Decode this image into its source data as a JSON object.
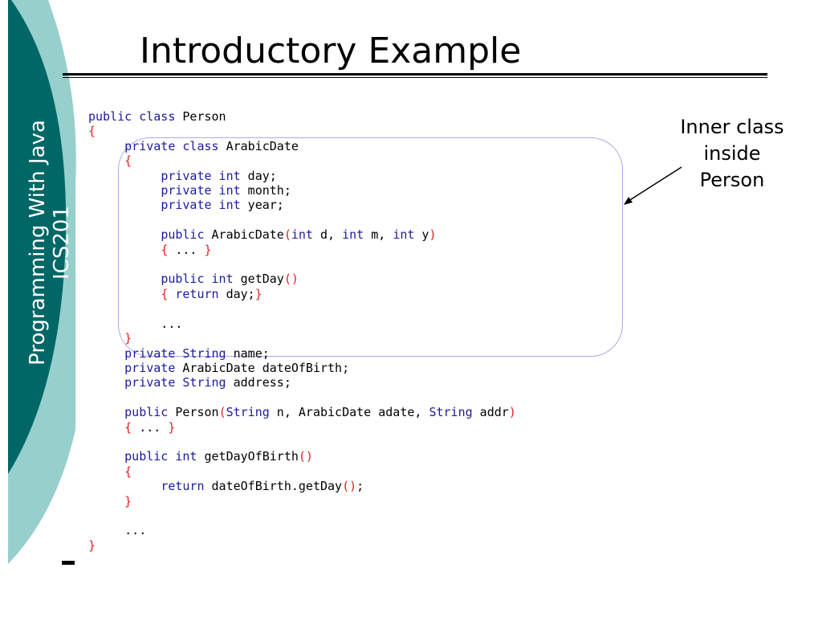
{
  "sidebar": {
    "course_title": "Programming With Java",
    "course_code": "ICS201",
    "colors": {
      "dark": "#006766",
      "light": "#97cfcd"
    }
  },
  "slide": {
    "title": "Introductory Example"
  },
  "annotation": {
    "lines": [
      "Inner class",
      "inside",
      "Person"
    ]
  },
  "code": {
    "lines": [
      [
        [
          "kw",
          "public class"
        ],
        [
          "t",
          " Person"
        ]
      ],
      [
        [
          "pn",
          "{"
        ]
      ],
      [
        [
          "t",
          "     "
        ],
        [
          "kw",
          "private class"
        ],
        [
          "t",
          " ArabicDate"
        ]
      ],
      [
        [
          "t",
          "     "
        ],
        [
          "pn",
          "{"
        ]
      ],
      [
        [
          "t",
          "          "
        ],
        [
          "kw",
          "private int"
        ],
        [
          "t",
          " day;"
        ]
      ],
      [
        [
          "t",
          "          "
        ],
        [
          "kw",
          "private int"
        ],
        [
          "t",
          " month;"
        ]
      ],
      [
        [
          "t",
          "          "
        ],
        [
          "kw",
          "private int"
        ],
        [
          "t",
          " year;"
        ]
      ],
      [
        [
          "t",
          ""
        ]
      ],
      [
        [
          "t",
          "          "
        ],
        [
          "kw",
          "public"
        ],
        [
          "t",
          " ArabicDate"
        ],
        [
          "pn",
          "("
        ],
        [
          "kw",
          "int"
        ],
        [
          "t",
          " d, "
        ],
        [
          "kw",
          "int"
        ],
        [
          "t",
          " m, "
        ],
        [
          "kw",
          "int"
        ],
        [
          "t",
          " y"
        ],
        [
          "pn",
          ")"
        ]
      ],
      [
        [
          "t",
          "          "
        ],
        [
          "pn",
          "{"
        ],
        [
          "t",
          " ... "
        ],
        [
          "pn",
          "}"
        ]
      ],
      [
        [
          "t",
          ""
        ]
      ],
      [
        [
          "t",
          "          "
        ],
        [
          "kw",
          "public int"
        ],
        [
          "t",
          " getDay"
        ],
        [
          "pn",
          "()"
        ]
      ],
      [
        [
          "t",
          "          "
        ],
        [
          "pn",
          "{"
        ],
        [
          "t",
          " "
        ],
        [
          "kw",
          "return"
        ],
        [
          "t",
          " day;"
        ],
        [
          "pn",
          "}"
        ]
      ],
      [
        [
          "t",
          ""
        ]
      ],
      [
        [
          "t",
          "          ..."
        ]
      ],
      [
        [
          "t",
          "     "
        ],
        [
          "pn",
          "}"
        ]
      ],
      [
        [
          "t",
          "     "
        ],
        [
          "kw",
          "private String"
        ],
        [
          "t",
          " name;"
        ]
      ],
      [
        [
          "t",
          "     "
        ],
        [
          "kw",
          "private"
        ],
        [
          "t",
          " ArabicDate dateOfBirth;"
        ]
      ],
      [
        [
          "t",
          "     "
        ],
        [
          "kw",
          "private String"
        ],
        [
          "t",
          " address;"
        ]
      ],
      [
        [
          "t",
          ""
        ]
      ],
      [
        [
          "t",
          "     "
        ],
        [
          "kw",
          "public"
        ],
        [
          "t",
          " Person"
        ],
        [
          "pn",
          "("
        ],
        [
          "kw",
          "String"
        ],
        [
          "t",
          " n, ArabicDate adate, "
        ],
        [
          "kw",
          "String"
        ],
        [
          "t",
          " addr"
        ],
        [
          "pn",
          ")"
        ]
      ],
      [
        [
          "t",
          "     "
        ],
        [
          "pn",
          "{"
        ],
        [
          "t",
          " ... "
        ],
        [
          "pn",
          "}"
        ]
      ],
      [
        [
          "t",
          ""
        ]
      ],
      [
        [
          "t",
          "     "
        ],
        [
          "kw",
          "public int"
        ],
        [
          "t",
          " getDayOfBirth"
        ],
        [
          "pn",
          "()"
        ]
      ],
      [
        [
          "t",
          "     "
        ],
        [
          "pn",
          "{"
        ]
      ],
      [
        [
          "t",
          "          "
        ],
        [
          "kw",
          "return"
        ],
        [
          "t",
          " dateOfBirth.getDay"
        ],
        [
          "pn",
          "()"
        ],
        [
          "t",
          ";"
        ]
      ],
      [
        [
          "t",
          "     "
        ],
        [
          "pn",
          "}"
        ]
      ],
      [
        [
          "t",
          ""
        ]
      ],
      [
        [
          "t",
          "     ..."
        ]
      ],
      [
        [
          "pn",
          "}"
        ]
      ]
    ]
  }
}
